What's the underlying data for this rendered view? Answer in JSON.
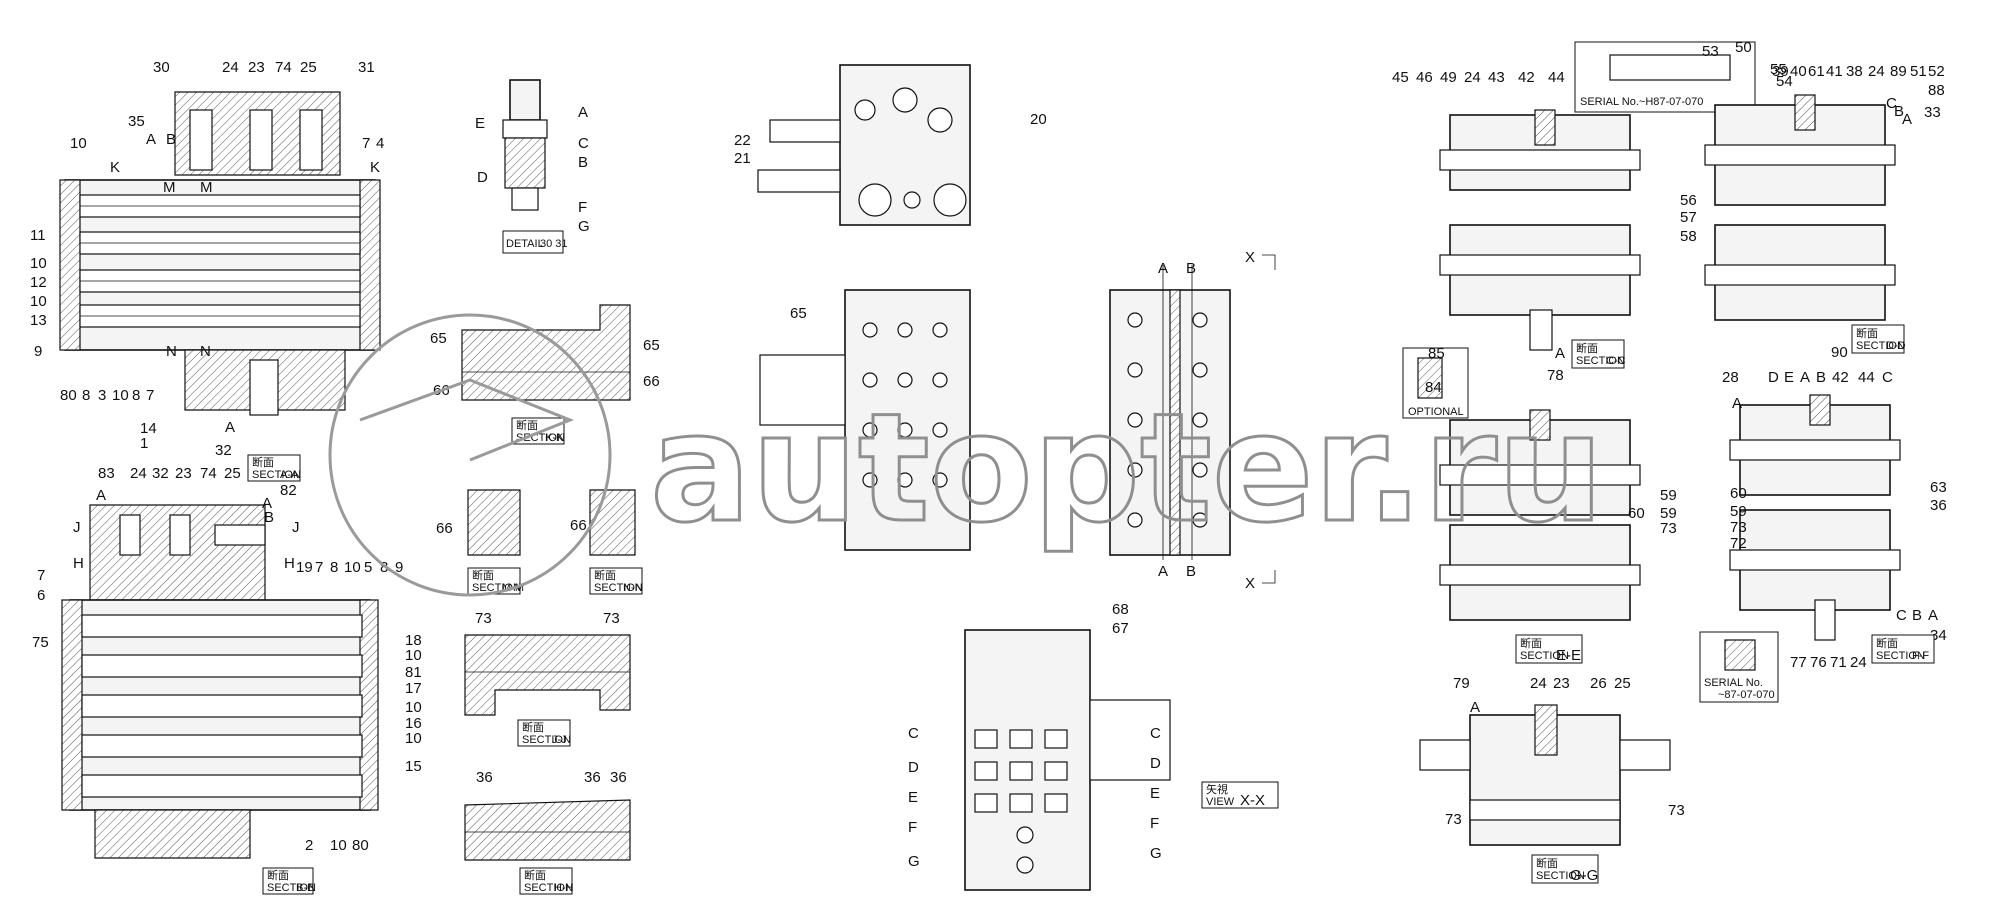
{
  "watermark": {
    "text": "autopter.ru"
  },
  "section_headers": {
    "jp": "断面",
    "section": "SECTION",
    "view_jp": "矢視",
    "view": "VIEW"
  },
  "sections": {
    "aa": "A-A",
    "bb": "B-B",
    "cc": "C-C",
    "dd": "D-D",
    "ee": "E-E",
    "ff": "F-F",
    "gg": "G-G",
    "hh": "H-H",
    "jj": "J-J",
    "kk": "K-K",
    "mm": "M-M",
    "nn": "N-N",
    "view_xx": "X-X",
    "detail": "DETAIL",
    "detail_nums": "30 31"
  },
  "notes": {
    "serial_top": "SERIAL No.~H87-07-070",
    "serial_bottom_1": "SERIAL No.",
    "serial_bottom_2": "~87-07-070",
    "optional": "OPTIONAL"
  },
  "part_numbers": {
    "aa_top": [
      "30",
      "24",
      "23",
      "74",
      "25",
      "31"
    ],
    "aa_left": [
      "10",
      "K",
      "35",
      "A",
      "B",
      "M",
      "M",
      "11",
      "10",
      "12",
      "10",
      "13",
      "9"
    ],
    "aa_right": [
      "7",
      "4",
      "K"
    ],
    "aa_bottom": [
      "80",
      "8",
      "3",
      "10",
      "8",
      "7",
      "N",
      "N",
      "14",
      "1",
      "A",
      "32"
    ],
    "bb_top": [
      "83",
      "24",
      "32",
      "23",
      "74",
      "25",
      "A",
      "82"
    ],
    "bb_left": [
      "J",
      "H",
      "7",
      "6",
      "75",
      "A",
      "B",
      "J",
      "H"
    ],
    "bb_right": [
      "19",
      "7",
      "8",
      "10",
      "5",
      "8",
      "9",
      "18",
      "10",
      "81",
      "17",
      "10",
      "16",
      "10",
      "15"
    ],
    "bb_bottom": [
      "2",
      "10",
      "80"
    ],
    "detail": [
      "A",
      "E",
      "C",
      "B",
      "D",
      "F",
      "G"
    ],
    "top_view": [
      "20",
      "22",
      "21"
    ],
    "front_view": [
      "65"
    ],
    "side_view": [
      "A",
      "B",
      "X",
      "A",
      "B",
      "X"
    ],
    "kk": [
      "65",
      "65",
      "66",
      "66"
    ],
    "mm": [
      "66"
    ],
    "nn": [
      "66"
    ],
    "jj": [
      "73",
      "73"
    ],
    "hh": [
      "36",
      "36",
      "36"
    ],
    "view_xx": [
      "68",
      "67",
      "C",
      "D",
      "E",
      "F",
      "G",
      "C",
      "D",
      "E",
      "F",
      "G"
    ],
    "cc": [
      "45",
      "46",
      "49",
      "24",
      "43",
      "42",
      "44",
      "A",
      "78"
    ],
    "serial_top": [
      "53",
      "50"
    ],
    "dd": [
      "55",
      "54",
      "39",
      "40",
      "61",
      "41",
      "38",
      "24",
      "89",
      "51",
      "52",
      "88",
      "C",
      "B",
      "A",
      "33",
      "56",
      "57",
      "58"
    ],
    "optional": [
      "85",
      "84"
    ],
    "ee": [
      "59",
      "60",
      "59",
      "73"
    ],
    "ff": [
      "90",
      "D",
      "E",
      "A",
      "B",
      "42",
      "44",
      "C",
      "28",
      "A",
      "60",
      "59",
      "73",
      "72",
      "63",
      "36",
      "C",
      "B",
      "A",
      "34",
      "77",
      "76",
      "71",
      "24"
    ],
    "gg": [
      "79",
      "A",
      "24",
      "23",
      "26",
      "25",
      "73",
      "73"
    ]
  }
}
